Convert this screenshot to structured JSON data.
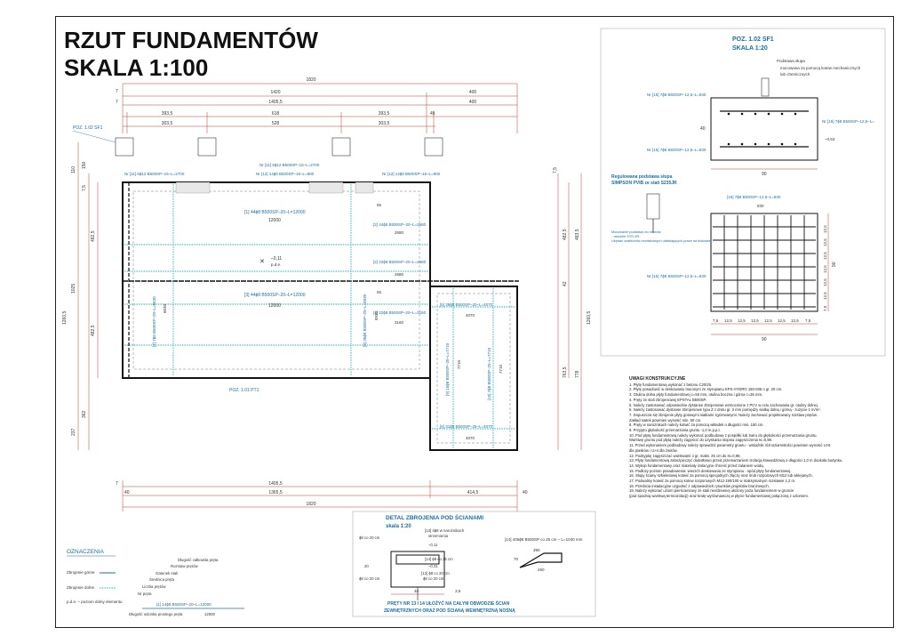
{
  "title": {
    "line1": "RZUT FUNDAMENTÓW",
    "line2": "SKALA 1:100"
  },
  "plan": {
    "dims_top": [
      "1820",
      "1420",
      "400",
      "1405,5",
      "400",
      "393,5",
      "618",
      "393,5",
      "303,5",
      "528",
      "303,5",
      "7",
      "7",
      "45"
    ],
    "dims_bottom": [
      "1405,5",
      "414,5",
      "1365,5",
      "1820",
      "40",
      "7",
      "40"
    ],
    "dims_left": [
      "110",
      "150",
      "7,5",
      "482,5",
      "1025",
      "482,5",
      "1260,5",
      "362",
      "237"
    ],
    "dims_right": [
      "7,5",
      "482,5",
      "483,5",
      "42",
      "1260,5",
      "763,5",
      "778"
    ],
    "bars_top": [
      "Nr [11] 6ɸ12 B500SP–15–L=2700",
      "Nr [11] 6ɸ12 B500SP–15–L=2700",
      "Nr [12] 14ɸ8 B500SP–15–L=800",
      "Nr [12] 14ɸ8 B500SP–15–L=800"
    ],
    "bar_1": "[1] 44ɸ8 B500SP–20–L=12000",
    "bar_1_len": "12000",
    "bar_2a": "[2] 44ɸ8 B500SP–20–L=2680",
    "bar_2a_len": "2680",
    "bar_2b": "[2] 22ɸ8 B500SP–20–L=2680",
    "bar_2b_len": "2680",
    "bar_3": "[3] 44ɸ8 B500SP–20–L=12000",
    "bar_3_len": "12000",
    "bar_4": "[4] 22ɸ8 B500SP–20–L=3160",
    "bar_4_len": "3160",
    "bar_5": "[5] 39ɸ8 B500SP–20–L=4070",
    "bar_5_len": "4070",
    "bar_6": "[6] 31ɸ8 B500SP–25–L=4070",
    "bar_6_len": "4070",
    "bar_7": "[7] 7ɸ8 B500SP–20–L=8630",
    "bar_7_len": "8630",
    "bar_8": "[8] 36ɸ8 B500SP–20–L=8930",
    "bar_8_len": "8930",
    "bar_9": "[9] 15ɸ8 B500SP–20–L=7710",
    "bar_9_len": "7710",
    "bar_10": "[10] 7ɸ8 B500SP–25–L=7710",
    "bar_10_len": "7710",
    "level": "–0,11",
    "level_sub": "p.d.e.",
    "dim_55": "55",
    "pos_sf1": "POZ. 1.02 SF1",
    "pos_pt1": "POZ. 1.01 PT1",
    "dim_40": "40"
  },
  "detail_sf1": {
    "title1": "POZ. 1.02 SF1",
    "title2": "SKALA 1:20",
    "note1": "Podstawa słupa",
    "note2": "mocowana za pomocą kotew mechanicznych",
    "note3": "lub chemicznych",
    "bar15a": "Nr [15] 7ɸ8 B500SP–12,5–L=830",
    "bar15b": "Nr [15] 7ɸ8 B500SP–12,5–L=",
    "bar15c": "Nr [15] 7ɸ8 B500SP–12,5–L=830",
    "bar15d": "[15] 7ɸ8 B500SP–12,5–L=830",
    "bar15d_len": "830",
    "bar15e": "Nr [15] 7ɸ8 B500SP–12,5–L=830",
    "dim_053": "–0,53",
    "dim_90": "90",
    "dim_90b": "90",
    "dim_40": "40",
    "dim_right": "90",
    "bottom_dims": [
      "7,5",
      "12,5",
      "12,5",
      "12,5",
      "12,5",
      "12,5",
      "12,5",
      "7,5"
    ],
    "right_dims": [
      "12,5",
      "12,5",
      "12,5",
      "12,5",
      "12,5",
      "12,5",
      "7,5"
    ],
    "simpson1": "Regulowana podstawa słupa",
    "simpson2": "SIMPSON PVIB ze stali S235JR",
    "moc1": "Mocowanie podstawy do drewna:",
    "moc2": "- owodzie SYD-4R-",
    "moc3": "Używać szablonów montażowych ułatwiających prace na budowie"
  },
  "notes": {
    "heading": "UWAGI KONSTRUKCYJNE",
    "lines": [
      "1. Płytę fundamentową wykonać z betonu C20/25.",
      "2. Płytę posadowić w deskowaniu traconym ze styropianu EPS HYDRO 150-035 o gr. 20 cm.",
      "3. Otulina dolna płyty fundamentowej c=50 mm, otulina boczna i górna c=35 mm.",
      "4. Pręty ze stali zbrojeniowej EPSTAL B500SP.",
      "5. Należy zastosować odpowiednie dystanse zbrojeniowe wzmocnione z PCV w celu zachowania gr. otuliny dolnej.",
      "6. Należy zastosować dystanse zbrojeniowe typu Z z drutu gr. 3 mm pomiędzy siatką dolną i górną - zużycie 1 m/m².",
      "7. Dopuszcza się zbrojenie płyty gotowymi siatkami zgrzewanymi. Należy zachować projektowany rozstaw prętów.",
      "Zakład siatek powinien wynosić min. 50 cm.",
      "8. Pręty w narożnikach należy kotwić za pomocą wkładek o długości min. 150 cm.",
      "9. Przyjęto głębokość przemarzania gruntu -1,0 m.p.p.t.",
      "10. Pod płytą fundamentową należy wykonać podbudowę z pospółki lub żwiru do głębokości przemarzania gruntu.",
      "Warstwę gruntu pod płytą należy zagęścić do uzyskania stopnia zagęszczenia Is=0,98.",
      "11. Przed wykonaniem podbudowy należy sprawdzić parametry gruntu - wskaźnik różnoziarnistości powinien wynosić U>6",
      "dla piasków i U>4 dla żwirów.",
      "12. Podsypkę zagęszczać warstwami o gr. maks. 25 cm do Is=0,98.",
      "13. Płytę fundamentową zabezpieczyć dodatkowo przed przemarzaniem izolacją krawędziową o długości 1,0 m dookoła budynku.",
      "14. Wykop fundamentowy oraz materiały izolacyjne chronić przed zalaniem wodą.",
      "15. Podłoży poziom posadowienia: wierzch deskowania ze styropianu - spód płyty fundamentowej.",
      "16. Słupy ściany szkieletowej kotwić za pomocą specjalnych złączy oraz śrub rozporowych M12 lub wklejanych.",
      "17. Podwaliny kotwić za pomocą kotew rozporowych M12-190/100 w maksymalnym rozstawie 1,2 m.",
      "18. Przebicia instalacyjne uzgodnić z odpowiednich rysunków projektów branżowych.",
      "19. Należy wykonać uziom pierścieniowy ze stali nierdzewnej ułożony poza fundamentem w gruncie",
      "(pod spodnią warstwą termoizolacji) oraz kratę wyrównawczą w płycie fundamentowej połączoną z uziomem."
    ]
  },
  "detail_wall": {
    "title1": "DETAL ZBROJENIA POD ŚCIANAMI",
    "title2": "skala 1:20",
    "n13": "[13] 4ɸ8 w narożnikach",
    "n13b": "strzemienia",
    "n014": "–0,11",
    "n14": "[14] ɸ8 co 25 cm",
    "n031": "–0,31",
    "s20a": "ɸ8 co 20 cm",
    "s20b": "ɸ8 co 20 cm",
    "s20c": "ɸ8 co 20 cm",
    "s20d": "[12] ɸ8 co 20 cm",
    "d40": "40",
    "d35": "3,5",
    "d20": "20",
    "n14b": "[14] 405ɸ8 B500SP co 25 cm – L=1040 mm",
    "d390": "390",
    "d70": "70",
    "d260": "260",
    "footer1": "PRĘTY NR 13 I 14 UŁOŻYĆ NA CAŁYM OBWODZIE ŚCIAN",
    "footer2": "ZEWNĘTRZNYCH ORAZ POD ŚCIANĄ WEWNĘTRZNĄ NOŚNĄ"
  },
  "legend": {
    "title": "OZNACZENIA",
    "items": [
      "Zbrojenie górne",
      "Zbrojenie dolne",
      "p.d.e. – poziom dolny elementu"
    ],
    "sample_labels": [
      "Długość całkowita pręta",
      "Rozstaw prętów",
      "Gatunek stali",
      "Średnica pręta",
      "Liczba prętów",
      "Nr pręta"
    ],
    "sample_bar": "[1] 14ɸ8 B500SP–20–L=12000",
    "sample_len": "12000",
    "sample_seg": "Długość odcinka prostego pręta"
  }
}
